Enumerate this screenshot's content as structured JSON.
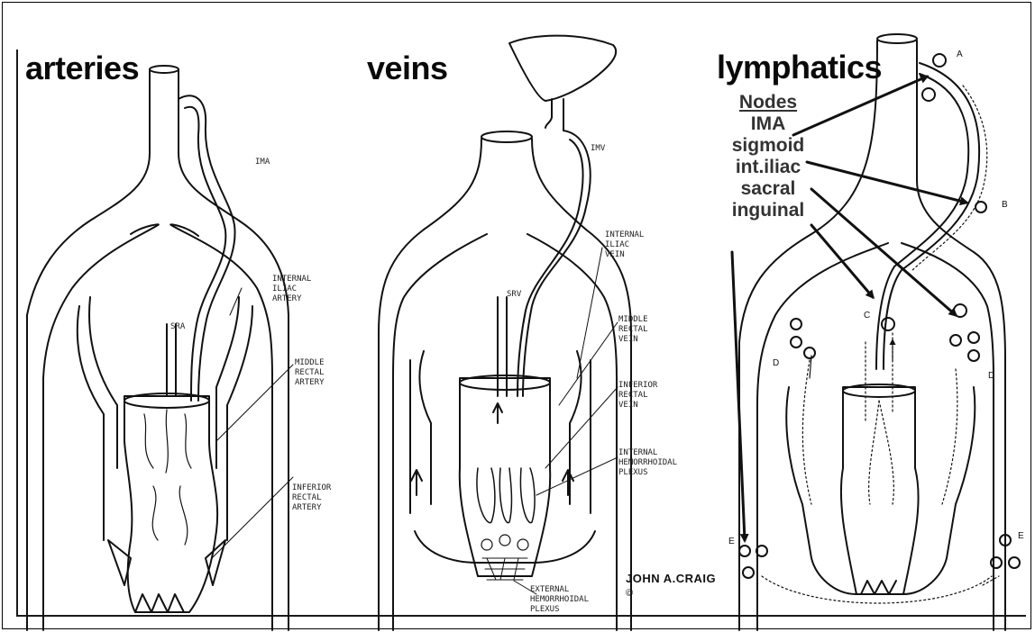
{
  "panels": {
    "arteries": {
      "title": "arteries",
      "labels": {
        "ima": "IMA",
        "sra": "SRA",
        "internal_iliac": "INTERNAL\nILIAC\nARTERY",
        "middle_rectal": "MIDDLE\nRECTAL\nARTERY",
        "inferior_rectal": "INFERIOR\nRECTAL\nARTERY"
      }
    },
    "veins": {
      "title": "veins",
      "labels": {
        "imv": "IMV",
        "srv": "SRV",
        "internal_iliac": "INTERNAL\nILIAC\nVEIN",
        "middle_rectal": "MIDDLE\nRECTAL\nVEIN",
        "inferior_rectal": "INFERIOR\nRECTAL\nVEIN",
        "internal_plexus": "INTERNAL\nHEMORRHOIDAL\nPLEXUS",
        "external_plexus": "EXTERNAL\nHEMORRHOIDAL\nPLEXUS"
      },
      "signature": "JOHN A.CRAIG",
      "copyright": "©"
    },
    "lymphatics": {
      "title": "lymphatics",
      "nodes_heading": "Nodes",
      "nodes": [
        "IMA",
        "sigmoid",
        "int.iliac",
        "sacral",
        "inguinal"
      ],
      "letters": {
        "a": "A",
        "b": "B",
        "c": "C",
        "d_left": "D",
        "d_right": "D",
        "e_left": "E",
        "e_right": "E"
      }
    }
  },
  "colors": {
    "ink": "#111111",
    "text": "#333333",
    "background": "#ffffff"
  }
}
